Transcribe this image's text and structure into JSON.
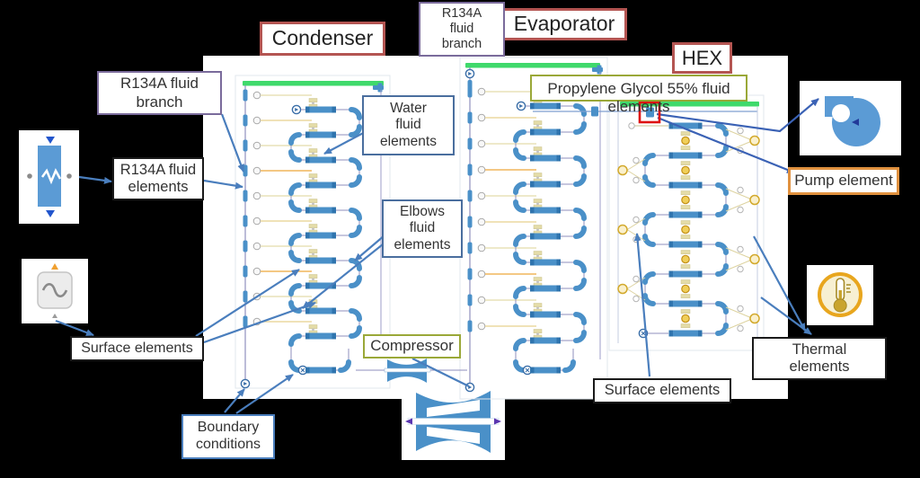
{
  "titles": {
    "condenser": "Condenser",
    "evaporator": "Evaporator",
    "hex": "HEX"
  },
  "callouts": {
    "r134a_branch_top": "R134A fluid branch",
    "r134a_branch_left": "R134A fluid branch",
    "r134a_elements": "R134A fluid elements",
    "water_elements": "Water fluid elements",
    "elbows_elements": "Elbows fluid elements",
    "surface_left": "Surface elements",
    "surface_bottom": "Surface elements",
    "boundary": "Boundary conditions",
    "compressor": "Compressor",
    "glycol": "Propylene Glycol 55% fluid elements",
    "pump": "Pump element",
    "thermal": "Thermal elements"
  },
  "icons": {
    "r134a_element_icon": "blue-tube-with-zigzag",
    "surface_element_icon": "sine-wave-surface",
    "pump_icon": "centrifugal-pump-volute",
    "thermal_icon": "thermometer-in-circle",
    "compressor_icon": "axial-compressor",
    "highlight_box": "red-square-on-pump-element"
  },
  "colors": {
    "page_bg": "#000000",
    "canvas_bg": "#ffffff",
    "section_border": "#b45552",
    "branch_border": "#7a6b9b",
    "blue_border": "#4a6e9e",
    "black_border": "#1a1a1a",
    "boundary_border": "#4a7ebd",
    "olive_border": "#9aa838",
    "orange_border": "#e0913f",
    "leader": "#4a7ebd",
    "leader_dark": "#3b62b5",
    "pipe_blue": "#4a90c8",
    "green_bar": "#3fd96b",
    "highlight_red": "#dd1111"
  }
}
